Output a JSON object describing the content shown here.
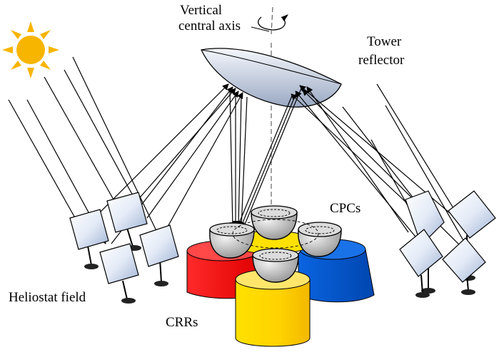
{
  "labels": {
    "vertical_axis_line1": "Vertical",
    "vertical_axis_line2": "central axis",
    "tower_line1": "Tower",
    "tower_line2": "reflector",
    "cpcs": "CPCs",
    "heliostat_field": "Heliostat field",
    "crrs": "CRRs"
  },
  "colors": {
    "sun": "#f7b500",
    "receiver_red": "#ff0000",
    "receiver_blue": "#0055d4",
    "receiver_yellow": "#ffe100",
    "heliostat": "#dfe6f3"
  }
}
